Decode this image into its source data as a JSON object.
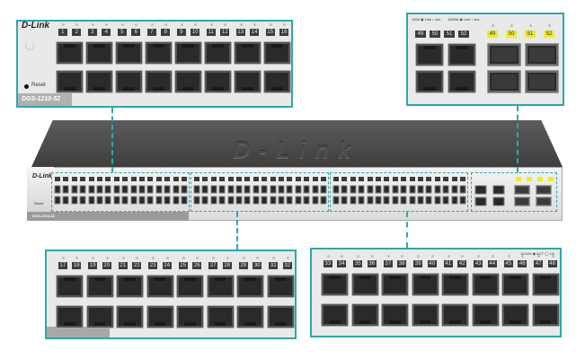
{
  "brand": "D-Link",
  "model": "DGS-1210-52",
  "reset_label": "Reset",
  "switch_logo": "D-Link",
  "callout_tl": {
    "ports": [
      "1",
      "2",
      "3",
      "4",
      "5",
      "6",
      "7",
      "8",
      "9",
      "10",
      "11",
      "12",
      "13",
      "14",
      "15",
      "16"
    ]
  },
  "callout_tr": {
    "legend_left": "1000 ◉ Link ○ Act",
    "legend_right": "1000M ◉ Link ○ Act",
    "rj_ports": [
      "49",
      "50",
      "51",
      "52"
    ],
    "sfp_ports": [
      "49",
      "50",
      "51",
      "52"
    ]
  },
  "callout_bl": {
    "ports": [
      "17",
      "18",
      "19",
      "20",
      "21",
      "22",
      "23",
      "24",
      "25",
      "26",
      "27",
      "28",
      "29",
      "30",
      "31",
      "32"
    ]
  },
  "callout_br": {
    "ports": [
      "33",
      "34",
      "35",
      "36",
      "37",
      "38",
      "39",
      "40",
      "41",
      "42",
      "43",
      "44",
      "45",
      "46",
      "47",
      "48"
    ],
    "legend": "10/100 ◉ ACT ◯ 1G"
  },
  "colors": {
    "accent": "#2fa8a8",
    "port_chip": "#3c3c3c",
    "sfp_chip": "#f0ea27"
  }
}
